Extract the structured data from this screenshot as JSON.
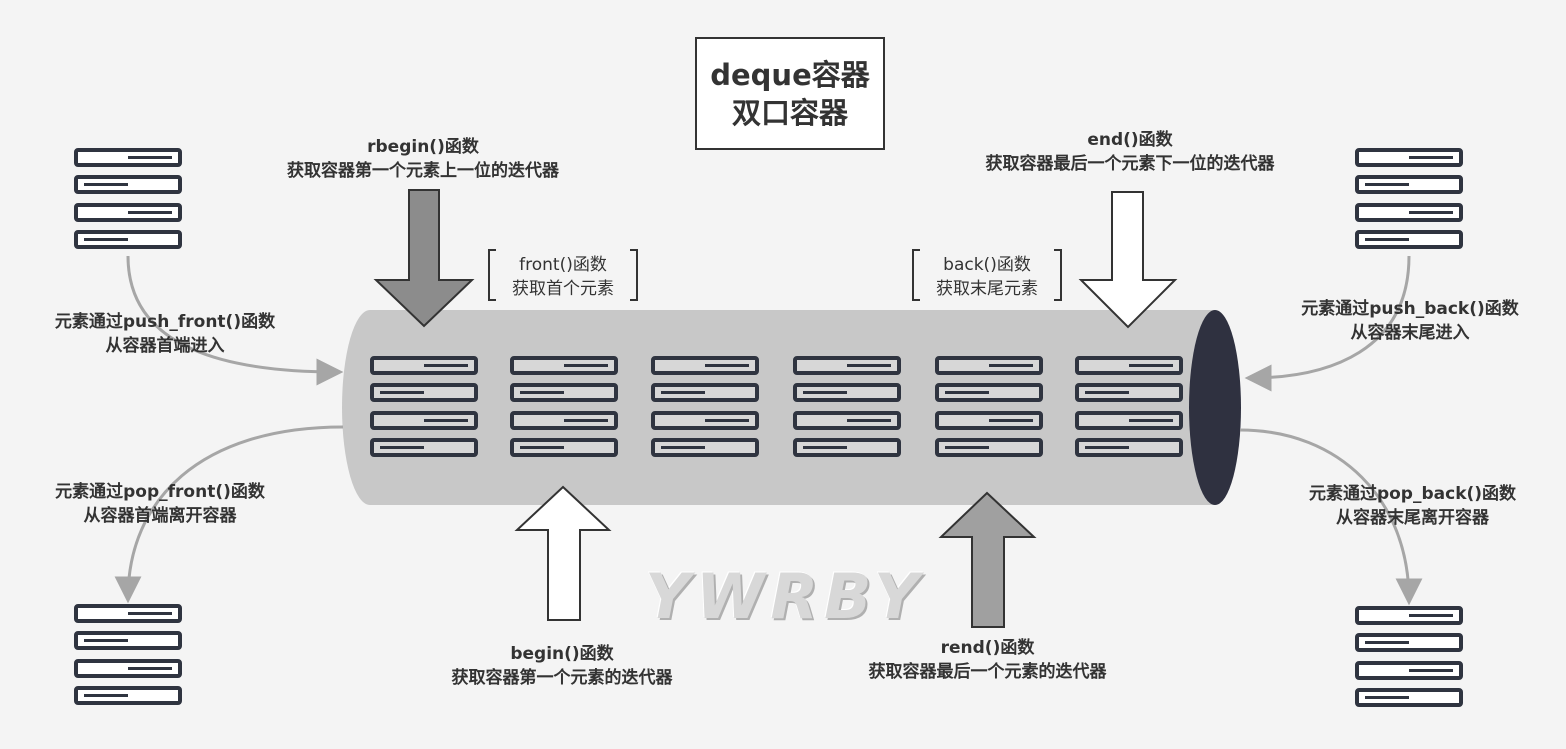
{
  "title": {
    "line1": "deque容器",
    "line2": "双口容器"
  },
  "pointers": {
    "rbegin": {
      "name": "rbegin()函数",
      "desc": "获取容器第一个元素上一位的迭代器"
    },
    "end": {
      "name": "end()函数",
      "desc": "获取容器最后一个元素下一位的迭代器"
    },
    "begin": {
      "name": "begin()函数",
      "desc": "获取容器第一个元素的迭代器"
    },
    "rend": {
      "name": "rend()函数",
      "desc": "获取容器最后一个元素的迭代器"
    }
  },
  "access": {
    "front": {
      "name": "front()函数",
      "desc": "获取首个元素"
    },
    "back": {
      "name": "back()函数",
      "desc": "获取末尾元素"
    }
  },
  "operations": {
    "push_front": {
      "line1": "元素通过push_front()函数",
      "line2": "从容器首端进入"
    },
    "pop_front": {
      "line1": "元素通过pop_front()函数",
      "line2": "从容器首端离开容器"
    },
    "push_back": {
      "line1": "元素通过push_back()函数",
      "line2": "从容器末尾进入"
    },
    "pop_back": {
      "line1": "元素通过pop_back()函数",
      "line2": "从容器末尾离开容器"
    }
  },
  "watermark": "YWRBY",
  "colors": {
    "tube": "#c8c8c8",
    "tube_end": "#2f3140",
    "element_stroke": "#2f3440",
    "arrow_gray": "#8c8c8c",
    "arrow_white": "#ffffff",
    "curve": "#a6a6a6",
    "text": "#333333"
  }
}
